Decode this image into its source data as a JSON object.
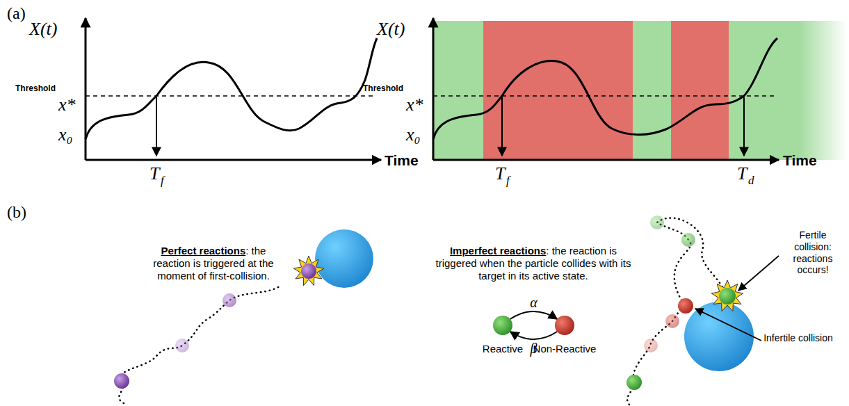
{
  "diagram": {
    "nodes": [
      {
        "text": [
          "Reactive"
        ]
      },
      {
        "text": [
          "Non-Reactive"
        ]
      }
    ],
    "edges": [
      {
        "from": 0,
        "to": 1,
        "arrow": "to",
        "label": "α"
      },
      {
        "from": 1,
        "to": 0,
        "arrow": "to",
        "label": "β"
      }
    ],
    "labels": [
      "(a)",
      "X(t)",
      "Threshold",
      "x*",
      "x₀",
      "Time",
      "T",
      "f",
      "X(t)",
      "Threshold",
      "x*",
      "x₀",
      "Time",
      "T",
      "f",
      "T",
      "d",
      "(b)",
      "Perfect reactions",
      ": the reaction is triggered at the moment of first-collision.",
      "Imperfect reactions",
      ": the reaction is triggered when the particle collides with its target in its active state.",
      "Fertile collision: reactions occurs!",
      "Infertile collision"
    ]
  }
}
